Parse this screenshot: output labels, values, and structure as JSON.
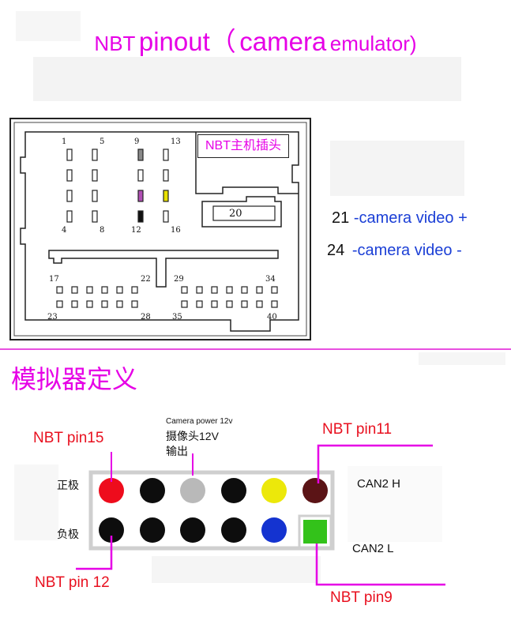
{
  "header": {
    "title_part1": "NBT",
    "title_part2": "pinout（",
    "title_part3": "camera",
    "title_part4": "emulator)"
  },
  "connector": {
    "head_label": "NBT主机插头",
    "pin_numbers": {
      "p1": "1",
      "p5": "5",
      "p9": "9",
      "p13": "13",
      "p4": "4",
      "p8": "8",
      "p12": "12",
      "p16": "16",
      "p17": "17",
      "p22": "22",
      "p29": "29",
      "p34": "34",
      "p23": "23",
      "p28": "28",
      "p35": "35",
      "p40": "40",
      "p20": "20"
    },
    "marked_pin_colors": {
      "pin9": "#8a8a8a",
      "pin11": "#b14fb5",
      "pin15": "#e8e000",
      "pin12": "#111111"
    }
  },
  "legend": [
    {
      "num": "21",
      "desc": "-camera video +"
    },
    {
      "num": "24",
      "desc": "-camera video -"
    }
  ],
  "section": {
    "title": "模拟器定义"
  },
  "emulator": {
    "camera_power_en": "Camera power 12v",
    "camera_power_cn_line1": "摄像头12V",
    "camera_power_cn_line2": "输出",
    "row_positive": "正极",
    "row_negative": "负极",
    "nbt_pin15": "NBT pin15",
    "nbt_pin11": "NBT pin11",
    "nbt_pin12": "NBT pin 12",
    "nbt_pin9": "NBT pin9",
    "can_h": "CAN2 H",
    "can_l": "CAN2 L",
    "top_row_colors": [
      "#ee0c1c",
      "#0d0d0d",
      "#b9b9b9",
      "#0d0d0d",
      "#ece80a",
      "#5b1416"
    ],
    "bottom_row_colors": [
      "#0d0d0d",
      "#0d0d0d",
      "#0d0d0d",
      "#0d0d0d",
      "#1433d0",
      "#33c21a"
    ]
  },
  "colors": {
    "accent_magenta": "#e600e6",
    "label_red": "#e8101f",
    "legend_blue": "#1b3fd6",
    "divider": "#e84fe0"
  }
}
